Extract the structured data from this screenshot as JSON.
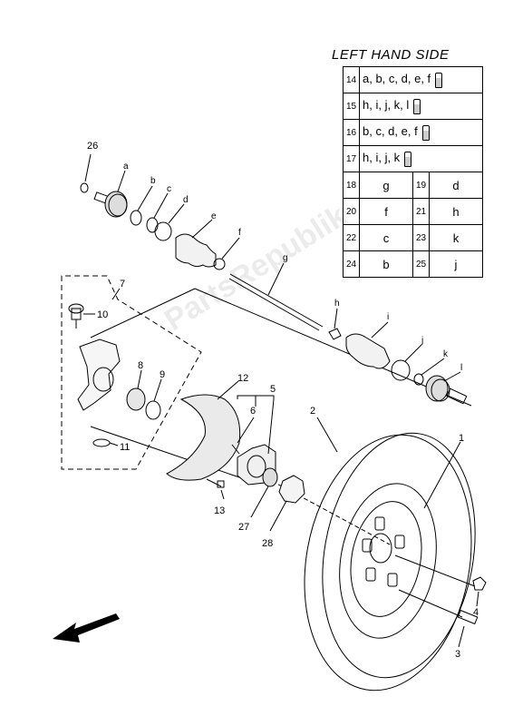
{
  "legend": {
    "title": "LEFT HAND SIDE",
    "kit_rows": [
      {
        "num": "14",
        "text": "a, b, c, d, e, f"
      },
      {
        "num": "15",
        "text": "h, i, j, k, l"
      },
      {
        "num": "16",
        "text": "b, c, d, e, f"
      },
      {
        "num": "17",
        "text": "h, i, j, k"
      }
    ],
    "pair_rows": [
      {
        "n1": "18",
        "v1": "g",
        "n2": "19",
        "v2": "d"
      },
      {
        "n1": "20",
        "v1": "f",
        "n2": "21",
        "v2": "h"
      },
      {
        "n1": "22",
        "v1": "c",
        "n2": "23",
        "v2": "k"
      },
      {
        "n1": "24",
        "v1": "b",
        "n2": "25",
        "v2": "j"
      }
    ]
  },
  "watermark": "PartsRepublik",
  "callouts": {
    "n1": "1",
    "n2": "2",
    "n3": "3",
    "n4": "4",
    "n5": "5",
    "n6": "6",
    "n7": "7",
    "n8": "8",
    "n9": "9",
    "n10": "10",
    "n11": "11",
    "n12": "12",
    "n13": "13",
    "n26": "26",
    "n27": "27",
    "n28": "28",
    "a": "a",
    "b": "b",
    "c": "c",
    "d": "d",
    "e": "e",
    "f": "f",
    "g": "g",
    "h": "h",
    "i": "i",
    "j": "j",
    "k": "k",
    "l": "l"
  },
  "front_arrow": "arrow-left-icon"
}
